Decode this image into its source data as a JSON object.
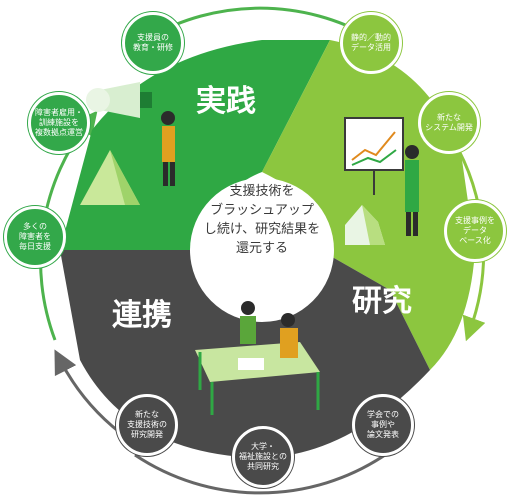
{
  "sections": {
    "practice": {
      "label": "実践",
      "color": "#2fa844"
    },
    "research": {
      "label": "研究",
      "color": "#8cc63f"
    },
    "collaboration": {
      "label": "連携",
      "color": "#4a4a4a"
    }
  },
  "center_text": "支援技術を\nブラッシュアップ\nし続け、研究結果を\n還元する",
  "satellites": {
    "staff_education": "支援員の\n教育・研修",
    "static_dynamic_data": "静的／動的\nデータ活用",
    "new_system": "新たな\nシステム開発",
    "case_database": "支援事例を\nデータ\nベース化",
    "conference": "学会での\n事例や\n論文発表",
    "university_joint": "大学・\n福祉施設との\n共同研究",
    "new_support_tech": "新たな\n支援技術の\n研究開発",
    "daily_support": "多くの\n障害者を\n毎日支援",
    "employment_training": "障害者雇用・\n訓練施設を\n複数拠点運営"
  }
}
